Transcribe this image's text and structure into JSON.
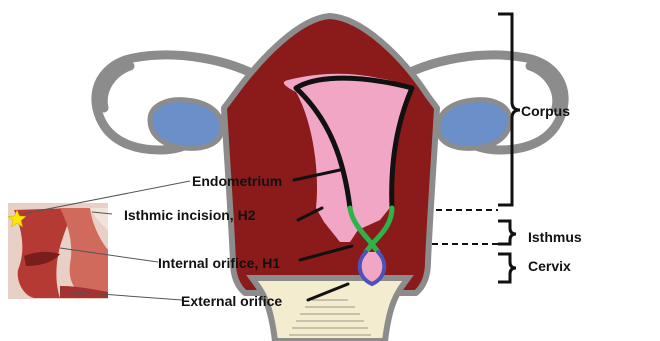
{
  "labels": {
    "corpus": "Corpus",
    "isthmus": "Isthmus",
    "cervix": "Cervix",
    "endometrium": "Endometrium",
    "isthmic_incision": "Isthmic incision, H2",
    "internal_orifice": "Internal orifice, H1",
    "external_orifice": "External orifice"
  },
  "colors": {
    "outline": "#8c8c8c",
    "uterus_wall": "#8b1a1a",
    "cavity": "#f0a6c4",
    "cavity_outline": "#111111",
    "isthmus_outline": "#2db34a",
    "cervix_outline": "#4b52b8",
    "ovary": "#6b8fc9",
    "vagina": "#f4eccf",
    "star": "#ffe600"
  }
}
